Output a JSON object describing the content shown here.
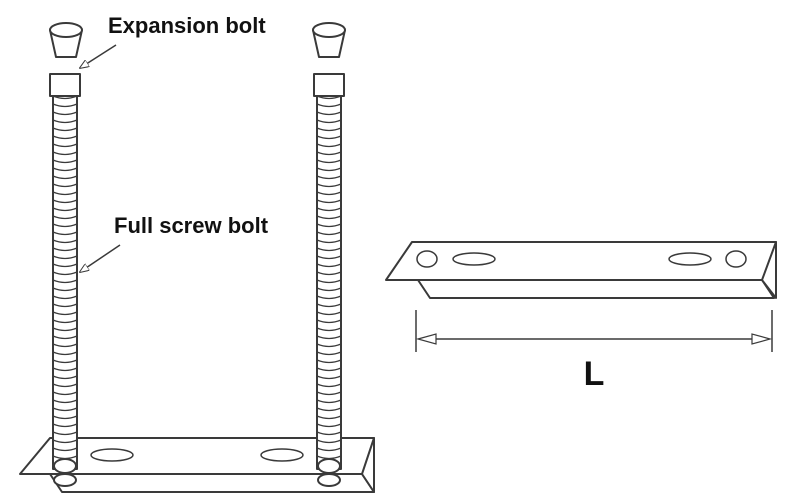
{
  "labels": {
    "expansion_bolt": "Expansion bolt",
    "full_screw_bolt": "Full screw bolt",
    "length": "L"
  },
  "colors": {
    "line": "#3a3a3a",
    "text": "#111111",
    "background": "#ffffff"
  }
}
